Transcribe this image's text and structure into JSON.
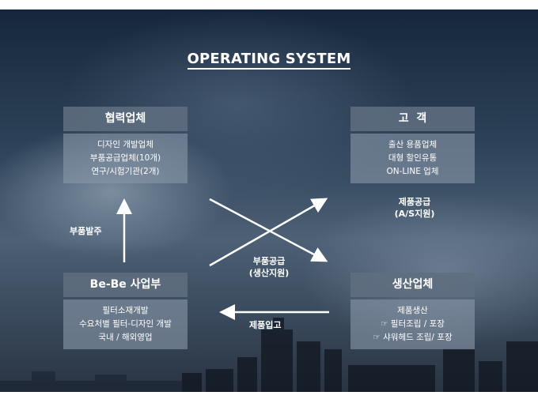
{
  "title": "OPERATING SYSTEM",
  "boxes": {
    "partners": {
      "header": "협력업체",
      "lines": [
        "디자인 개발업체",
        "부품공급업체(10개)",
        "연구/시험기관(2개)"
      ]
    },
    "customers": {
      "header": "고  객",
      "lines": [
        "출산 용품업체",
        "대형 할인유통",
        "ON-LINE 업체"
      ]
    },
    "bebe": {
      "header": "Be-Be 사업부",
      "lines": [
        "필터소재개발",
        "수요처별 필터-디자인 개발",
        "국내 / 해외영업"
      ]
    },
    "production": {
      "header": "생산업체",
      "lines": [
        "제품생산",
        "☞ 필터조립 / 포장",
        "☞ 샤워헤드 조립/ 포장"
      ]
    }
  },
  "labels": {
    "order": "부품발주",
    "supply_product": [
      "제품공급",
      "(A/S지원)"
    ],
    "supply_parts": [
      "부품공급",
      "(생산지원)"
    ],
    "receive": "제품입고"
  },
  "colors": {
    "header_bg": "#5f6e80",
    "body_bg": "#8796a8",
    "text": "#ffffff"
  }
}
